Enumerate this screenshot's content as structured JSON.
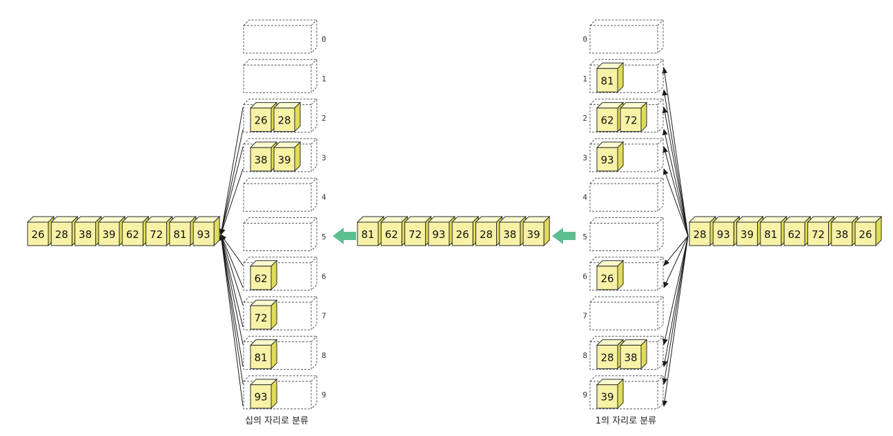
{
  "arrays": {
    "input": [
      "28",
      "93",
      "39",
      "81",
      "62",
      "72",
      "38",
      "26"
    ],
    "after_ones": [
      "81",
      "62",
      "72",
      "93",
      "26",
      "28",
      "38",
      "39"
    ],
    "result": [
      "26",
      "28",
      "38",
      "39",
      "62",
      "72",
      "81",
      "93"
    ]
  },
  "ones_pass": {
    "caption": "1의 자리로 분류",
    "buckets": [
      {
        "label": "0",
        "items": []
      },
      {
        "label": "1",
        "items": [
          "81"
        ]
      },
      {
        "label": "2",
        "items": [
          "62",
          "72"
        ]
      },
      {
        "label": "3",
        "items": [
          "93"
        ]
      },
      {
        "label": "4",
        "items": []
      },
      {
        "label": "5",
        "items": []
      },
      {
        "label": "6",
        "items": [
          "26"
        ]
      },
      {
        "label": "7",
        "items": []
      },
      {
        "label": "8",
        "items": [
          "28",
          "38"
        ]
      },
      {
        "label": "9",
        "items": [
          "39"
        ]
      }
    ]
  },
  "tens_pass": {
    "caption": "십의 자리로 분류",
    "buckets": [
      {
        "label": "0",
        "items": []
      },
      {
        "label": "1",
        "items": []
      },
      {
        "label": "2",
        "items": [
          "26",
          "28"
        ]
      },
      {
        "label": "3",
        "items": [
          "38",
          "39"
        ]
      },
      {
        "label": "4",
        "items": []
      },
      {
        "label": "5",
        "items": []
      },
      {
        "label": "6",
        "items": [
          "62"
        ]
      },
      {
        "label": "7",
        "items": [
          "72"
        ]
      },
      {
        "label": "8",
        "items": [
          "81"
        ]
      },
      {
        "label": "9",
        "items": [
          "93"
        ]
      }
    ]
  },
  "colors": {
    "cube_front": "#f7f2a6",
    "cube_side": "#e0dc5a",
    "flow_arrow": "#5dbe8f"
  }
}
